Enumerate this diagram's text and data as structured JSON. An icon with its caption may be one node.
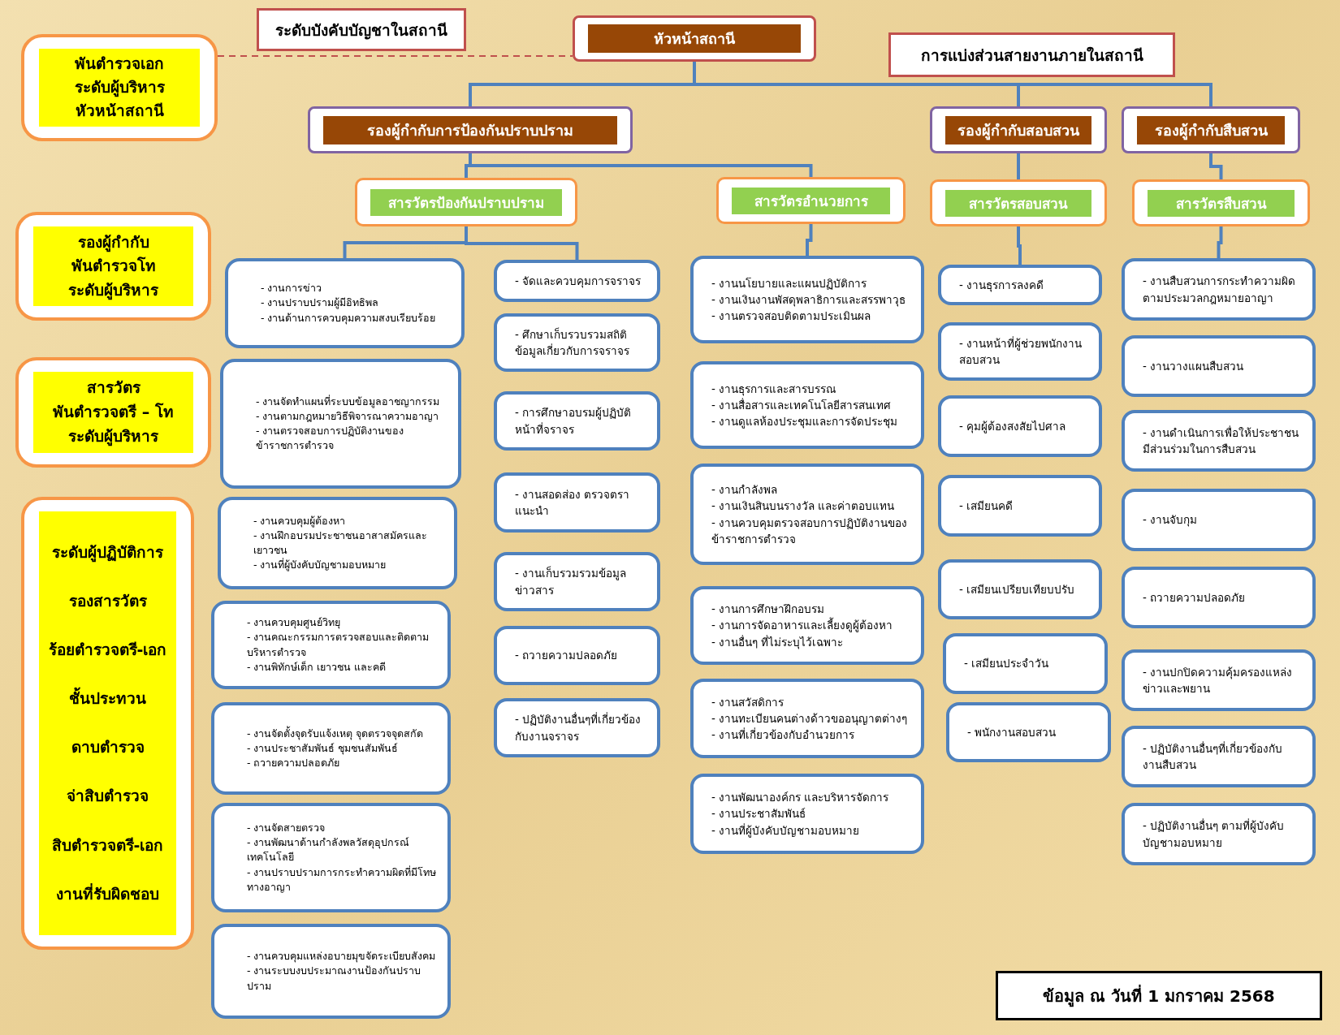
{
  "diagram": {
    "nodes": [
      {
        "text": [
          "ระดับบังคับบัญชาในสถานี"
        ]
      },
      {
        "text": [
          "หัวหน้าสถานี"
        ]
      },
      {
        "text": [
          "การแบ่งส่วนสายงานภายในสถานี"
        ]
      },
      {
        "text": [
          "พันตำรวจเอก",
          "ระดับผู้บริหาร",
          "หัวหน้าสถานี"
        ]
      },
      {
        "text": [
          "รองผู้กำกับการป้องกันปราบปราม"
        ]
      },
      {
        "text": [
          "รองผู้กำกับสอบสวน"
        ]
      },
      {
        "text": [
          "รองผู้กำกับสืบสวน"
        ]
      },
      {
        "text": [
          "สารวัตรป้องกันปราบปราม"
        ]
      },
      {
        "text": [
          "สารวัตรอำนวยการ"
        ]
      },
      {
        "text": [
          "สารวัตรสอบสวน"
        ]
      },
      {
        "text": [
          "สารวัตรสืบสวน"
        ]
      },
      {
        "text": [
          "รองผู้กำกับ",
          "พันตำรวจโท",
          "ระดับผู้บริหาร"
        ]
      },
      {
        "text": [
          "สารวัตร",
          "พันตำรวจตรี – โท",
          "ระดับผู้บริหาร"
        ]
      },
      {
        "text": [
          "ระดับผู้ปฏิบัติการ",
          "รองสารวัตร",
          "ร้อยตำรวจตรี-เอก",
          "ชั้นประทวน",
          "ดาบตำรวจ",
          "จ่าสิบตำรวจ",
          "สิบตำรวจตรี-เอก",
          "งานที่รับผิดชอบ"
        ]
      },
      {
        "text": [
          "- งานการข่าว",
          "- งานปราบปรามผู้มีอิทธิพล",
          "- งานด้านการควบคุมความสงบเรียบร้อย"
        ]
      },
      {
        "text": [
          "- งานจัดทำแผนที่ระบบข้อมูลอาชญากรรม",
          "- งานตามกฎหมายวิธีพิจารณาความอาญา",
          "- งานตรวจสอบการปฏิบัติงานของข้าราชการตำรวจ"
        ]
      },
      {
        "text": [
          "- งานควบคุมผู้ต้องหา",
          "- งานฝึกอบรมประชาชนอาสาสมัครและเยาวชน",
          "- งานที่ผู้บังคับบัญชามอบหมาย"
        ]
      },
      {
        "text": [
          "- งานควบคุมศูนย์วิทยุ",
          "- งานคณะกรรมการตรวจสอบและติดตามบริหารตำรวจ",
          "- งานพิทักษ์เด็ก เยาวชน และคดี"
        ]
      },
      {
        "text": [
          "- งานจัดตั้งจุดรับแจ้งเหตุ จุดตรวจจุดสกัด",
          "- งานประชาสัมพันธ์ ชุมชนสัมพันธ์",
          "- ถวายความปลอดภัย"
        ]
      },
      {
        "text": [
          "- งานจัดสายตรวจ",
          "- งานพัฒนาด้านกำลังพลวัสดุอุปกรณ์เทคโนโลยี",
          "- งานปราบปรามการกระทำความผิดที่มีโทษทางอาญา"
        ]
      },
      {
        "text": [
          "- งานควบคุมแหล่งอบายมุขจัดระเบียบสังคม",
          "- งานระบบงบประมาณงานป้องกันปราบปราม"
        ]
      },
      {
        "text": [
          "- จัดและควบคุมการจราจร"
        ]
      },
      {
        "text": [
          "- ศึกษาเก็บรวบรวมสถิติข้อมูลเกี่ยวกับการจราจร"
        ]
      },
      {
        "text": [
          "- การศึกษาอบรมผู้ปฏิบัติหน้าที่จราจร"
        ]
      },
      {
        "text": [
          "- งานสอดส่อง ตรวจตราแนะนำ"
        ]
      },
      {
        "text": [
          "- งานเก็บรวมรวมข้อมูลข่าวสาร"
        ]
      },
      {
        "text": [
          "- ถวายความปลอดภัย"
        ]
      },
      {
        "text": [
          "- ปฏิบัติงานอื่นๆที่เกี่ยวข้องกับงานจราจร"
        ]
      },
      {
        "text": [
          "- งานนโยบายและแผนปฏิบัติการ",
          "- งานเงินงานพัสดุพลาธิการและสรรพาวุธ",
          "- งานตรวจสอบติดตามประเมินผล"
        ]
      },
      {
        "text": [
          "- งานธุรการและสารบรรณ",
          "- งานสื่อสารและเทคโนโลยีสารสนเทศ",
          "- งานดูแลห้องประชุมและการจัดประชุม"
        ]
      },
      {
        "text": [
          "- งานกำลังพล",
          "- งานเงินสินบนรางวัล และค่าตอบแทน",
          "- งานควบคุมตรวจสอบการปฏิบัติงานของข้าราชการตำรวจ"
        ]
      },
      {
        "text": [
          "- งานการศึกษาฝึกอบรม",
          "- งานการจัดอาหารและเลี้ยงดูผู้ต้องหา",
          "- งานอื่นๆ ที่ไม่ระบุไว้เฉพาะ"
        ]
      },
      {
        "text": [
          "- งานสวัสดิการ",
          "- งานทะเบียนคนต่างด้าวขออนุญาตต่างๆ",
          "- งานที่เกี่ยวข้องกับอำนวยการ"
        ]
      },
      {
        "text": [
          "- งานพัฒนาองค์กร และบริหารจัดการ",
          "- งานประชาสัมพันธ์",
          "- งานที่ผู้บังคับบัญชามอบหมาย"
        ]
      },
      {
        "text": [
          "- งานธุรการลงคดี"
        ]
      },
      {
        "text": [
          "- งานหน้าที่ผู้ช่วยพนักงานสอบสวน"
        ]
      },
      {
        "text": [
          "- คุมผู้ต้องสงสัยไปศาล"
        ]
      },
      {
        "text": [
          "- เสมียนคดี"
        ]
      },
      {
        "text": [
          "- เสมียนเปรียบเทียบปรับ"
        ]
      },
      {
        "text": [
          "- เสมียนประจำวัน"
        ]
      },
      {
        "text": [
          "- พนักงานสอบสวน"
        ]
      },
      {
        "text": [
          "- งานสืบสวนการกระทำความผิดตามประมวลกฎหมายอาญา"
        ]
      },
      {
        "text": [
          "- งานวางแผนสืบสวน"
        ]
      },
      {
        "text": [
          "- งานดำเนินการเพื่อให้ประชาชนมีส่วนร่วมในการสืบสวน"
        ]
      },
      {
        "text": [
          "- งานจับกุม"
        ]
      },
      {
        "text": [
          "- ถวายความปลอดภัย"
        ]
      },
      {
        "text": [
          "- งานปกปิดความคุ้มครองแหล่งข่าวและพยาน"
        ]
      },
      {
        "text": [
          "- ปฏิบัติงานอื่นๆที่เกี่ยวข้องกับงานสืบสวน"
        ]
      },
      {
        "text": [
          "- ปฏิบัติงานอื่นๆ ตามที่ผู้บังคับบัญชามอบหมาย"
        ]
      },
      {
        "text": [
          "ข้อมูล ณ วันที่ 1 มกราคม 2568"
        ]
      }
    ],
    "edges": [
      {
        "from": 3,
        "to": 1,
        "arrow": "none",
        "style": "dashed",
        "color": "#c0504d"
      },
      {
        "from": 1,
        "to": 4,
        "arrow": "none"
      },
      {
        "from": 1,
        "to": 5,
        "arrow": "none"
      },
      {
        "from": 1,
        "to": 6,
        "arrow": "none"
      },
      {
        "from": 4,
        "to": 7,
        "arrow": "none"
      },
      {
        "from": 4,
        "to": 8,
        "arrow": "none"
      },
      {
        "from": 5,
        "to": 9,
        "arrow": "none"
      },
      {
        "from": 6,
        "to": 10,
        "arrow": "none"
      },
      {
        "from": 7,
        "to": 14,
        "arrow": "none"
      },
      {
        "from": 7,
        "to": 21,
        "arrow": "none"
      },
      {
        "from": 8,
        "to": 28,
        "arrow": "none"
      },
      {
        "from": 9,
        "to": 34,
        "arrow": "none"
      },
      {
        "from": 10,
        "to": 41,
        "arrow": "none"
      }
    ]
  }
}
